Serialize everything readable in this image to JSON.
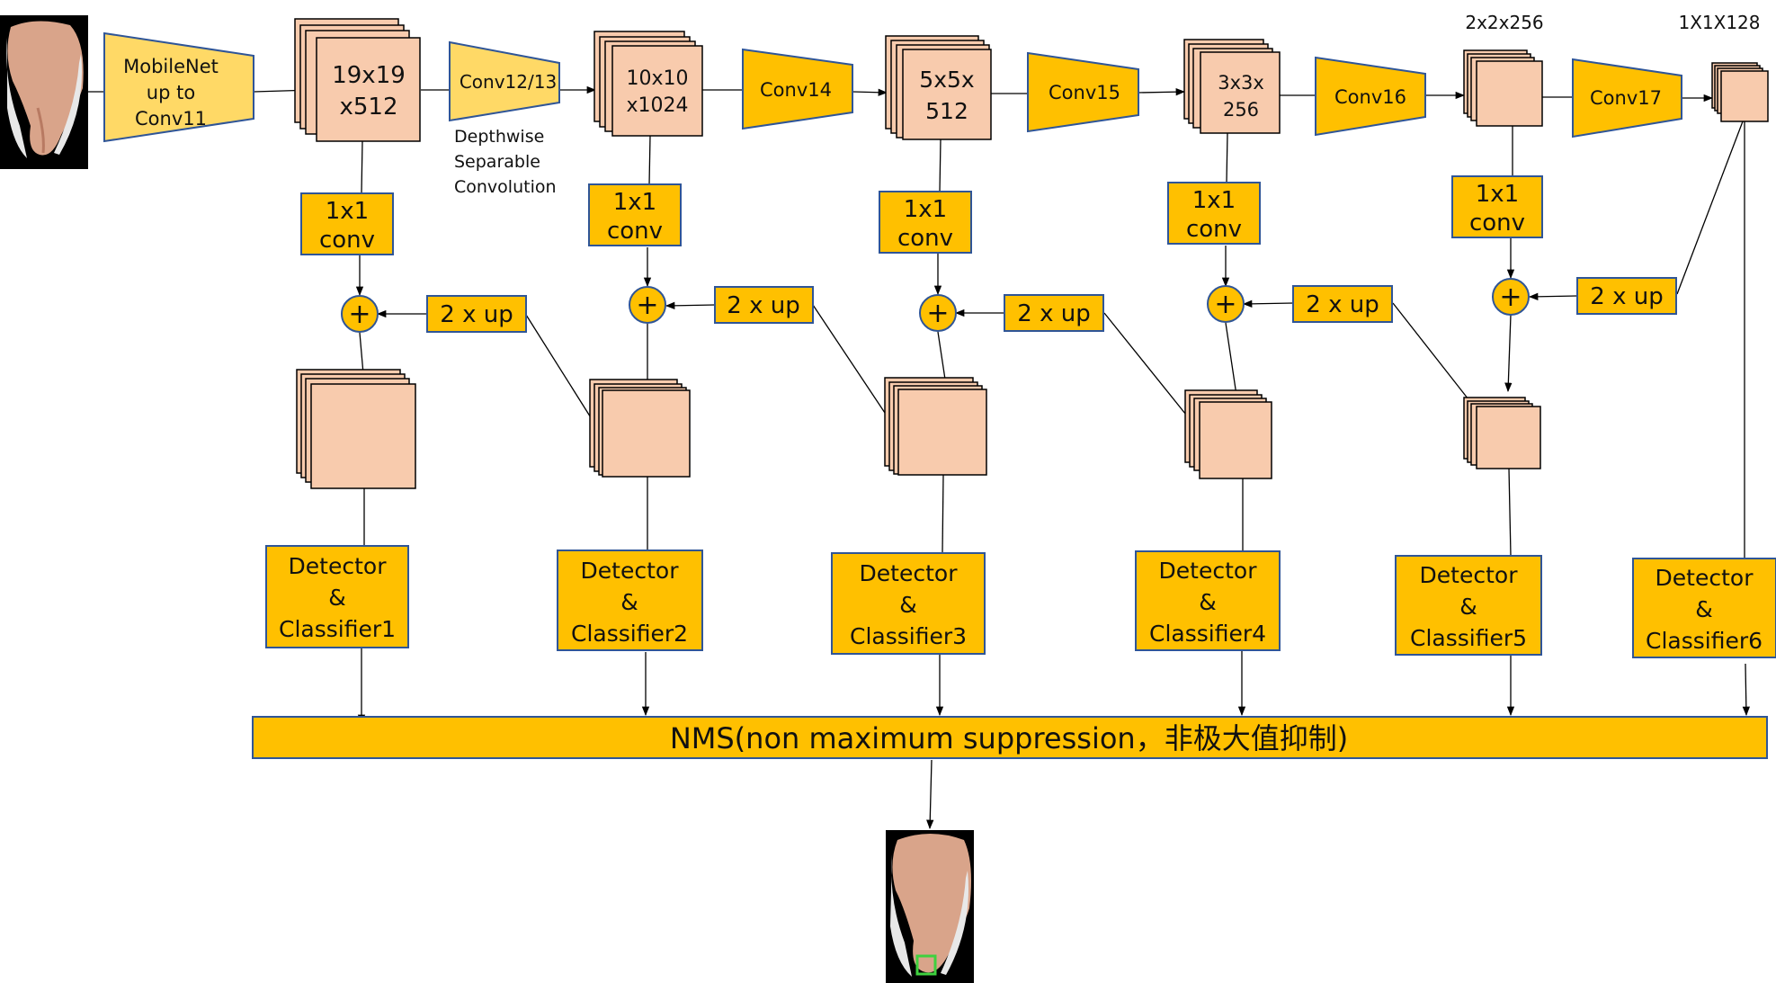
{
  "colors": {
    "box_fill": "#FFC000",
    "trap_light": "#FFD966",
    "feature_fill": "#F8CBAD",
    "stroke": "#2F5597",
    "line": "#000000"
  },
  "top_labels": {
    "c5_shape": "2x2x256",
    "c6_shape": "1X1X128"
  },
  "backbone": {
    "mobilenet": [
      "MobileNet",
      "up to",
      "Conv11"
    ],
    "conv12": "Conv12/13",
    "conv14": "Conv14",
    "conv15": "Conv15",
    "conv16": "Conv16",
    "conv17": "Conv17",
    "note": [
      "Depthwise",
      "Separable",
      "Convolution"
    ]
  },
  "feature_maps": {
    "f1": [
      "19x19",
      "x512"
    ],
    "f2": [
      "10x10",
      "x1024"
    ],
    "f3": [
      "5x5x",
      "512"
    ],
    "f4": [
      "3x3x",
      "256"
    ]
  },
  "conv1x1": [
    "1x1",
    "conv"
  ],
  "plus": "+",
  "upsample": "2 x up",
  "detectors": {
    "d1": [
      "Detector",
      "&",
      "Classifier1"
    ],
    "d2": [
      "Detector",
      "&",
      "Classifier2"
    ],
    "d3": [
      "Detector",
      "&",
      "Classifier3"
    ],
    "d4": [
      "Detector",
      "&",
      "Classifier4"
    ],
    "d5": [
      "Detector",
      "&",
      "Classifier5"
    ],
    "d6": [
      "Detector",
      "&",
      "Classifier6"
    ]
  },
  "nms": "NMS(non maximum suppression，非极大值抑制)",
  "icons": {
    "input": "hand-photo-icon",
    "output": "hand-detection-photo-icon"
  }
}
